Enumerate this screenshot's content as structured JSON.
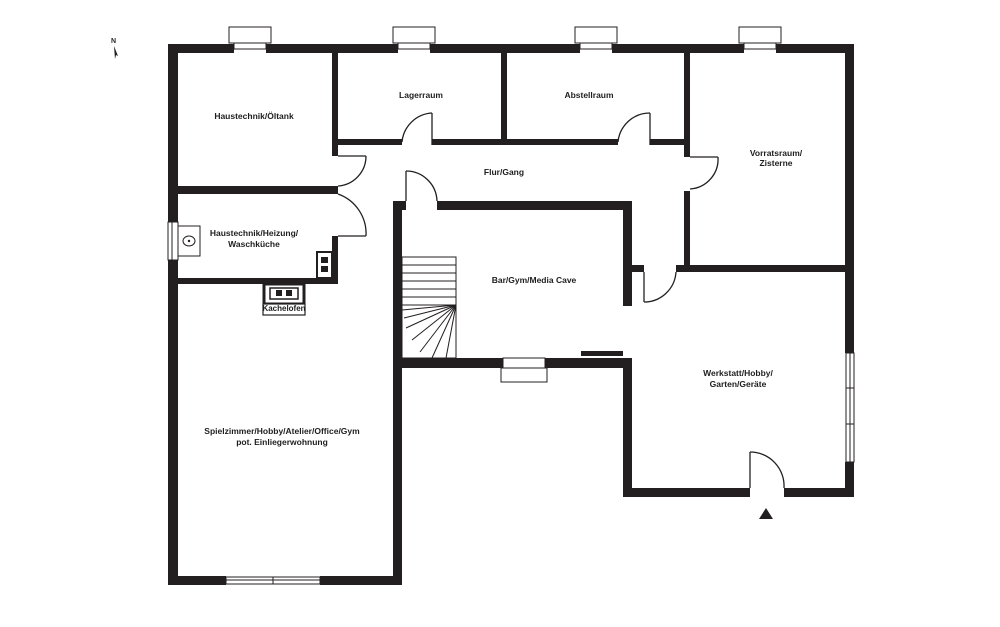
{
  "compass": {
    "label": "N"
  },
  "rooms": {
    "haustechnik_oeltank": "Haustechnik/Öltank",
    "lagerraum": "Lagerraum",
    "abstellraum": "Abstellraum",
    "vorratsraum_line1": "Vorratsraum/",
    "vorratsraum_line2": "Zisterne",
    "flur": "Flur/Gang",
    "heizung_line1": "Haustechnik/Heizung/",
    "heizung_line2": "Waschküche",
    "kachelofen": "Kachelofen",
    "bar": "Bar/Gym/Media Cave",
    "werkstatt_line1": "Werkstatt/Hobby/",
    "werkstatt_line2": "Garten/Geräte",
    "spielzimmer_line1": "Spielzimmer/Hobby/Atelier/Office/Gym",
    "spielzimmer_line2": "pot. Einliegerwohnung"
  },
  "colors": {
    "wall": "#231f20",
    "background": "#ffffff"
  },
  "icons": [
    "compass-arrow-icon",
    "entrance-triangle-icon",
    "sink-icon",
    "stove-icon",
    "kachelofen-icon"
  ]
}
